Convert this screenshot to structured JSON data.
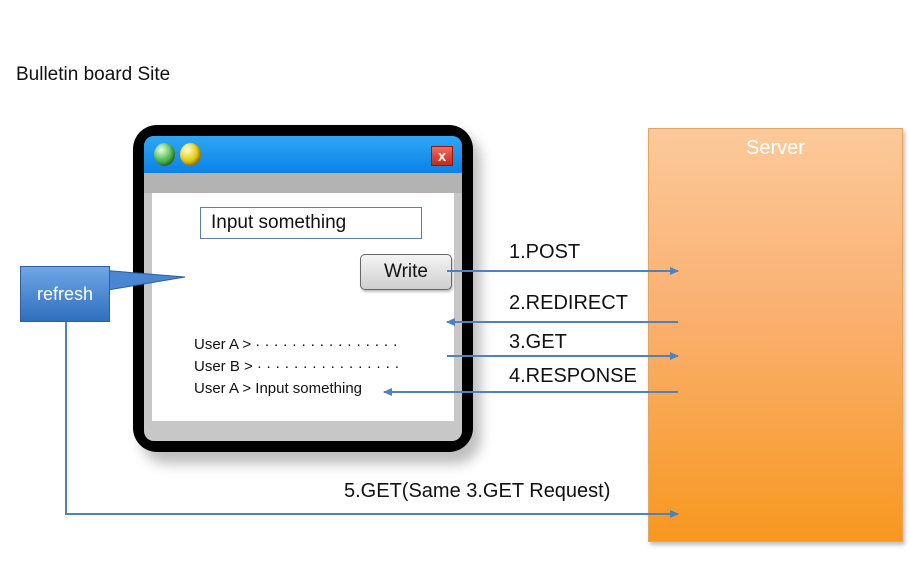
{
  "title": "Bulletin board Site",
  "server": {
    "label": "Server"
  },
  "browser": {
    "close_glyph": "x",
    "input_value": "Input something",
    "write_label": "Write",
    "posts": [
      "User A > · · · · · · · · · · · · · · · ·",
      "User B > · · · · · · · · · · · · · · · ·",
      "User A > Input something"
    ]
  },
  "callout": {
    "label": "refresh"
  },
  "steps": {
    "post": "1.POST",
    "redirect": "2.REDIRECT",
    "get": "3.GET",
    "response": "4.RESPONSE",
    "reget": "5.GET(Same 3.GET Request)"
  },
  "colors": {
    "arrow": "#4f81bd",
    "server_bottom": "#f7981f",
    "titlebar": "#0a82e8"
  },
  "icons": [
    "green-window-button-icon",
    "yellow-window-button-icon",
    "close-icon"
  ]
}
